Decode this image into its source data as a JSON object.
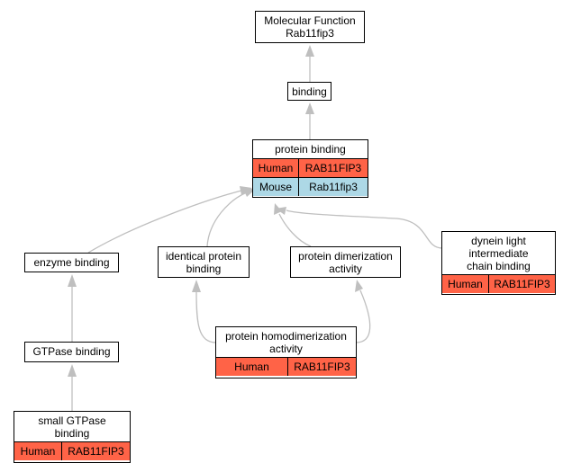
{
  "colors": {
    "human": "#FF6347",
    "mouse": "#ADD8E6",
    "edge": "#BFBFBF",
    "border": "#000000"
  },
  "nodes": {
    "mf": {
      "line1": "Molecular Function",
      "line2": "Rab11fip3"
    },
    "binding": {
      "label": "binding"
    },
    "protein_binding": {
      "label": "protein binding",
      "rows": [
        {
          "species": "Human",
          "gene": "RAB11FIP3"
        },
        {
          "species": "Mouse",
          "gene": "Rab11fip3"
        }
      ]
    },
    "enzyme_binding": {
      "label": "enzyme binding"
    },
    "identical_protein_binding": {
      "line1": "identical protein",
      "line2": "binding"
    },
    "protein_dimerization": {
      "line1": "protein dimerization",
      "line2": "activity"
    },
    "dynein": {
      "line1": "dynein light",
      "line2": "intermediate",
      "line3": "chain binding",
      "rows": [
        {
          "species": "Human",
          "gene": "RAB11FIP3"
        }
      ]
    },
    "gtpase_binding": {
      "label": "GTPase binding"
    },
    "protein_homodimerization": {
      "line1": "protein homodimerization",
      "line2": "activity",
      "rows": [
        {
          "species": "Human",
          "gene": "RAB11FIP3"
        }
      ]
    },
    "small_gtpase": {
      "line1": "small GTPase",
      "line2": "binding",
      "rows": [
        {
          "species": "Human",
          "gene": "RAB11FIP3"
        }
      ]
    }
  }
}
